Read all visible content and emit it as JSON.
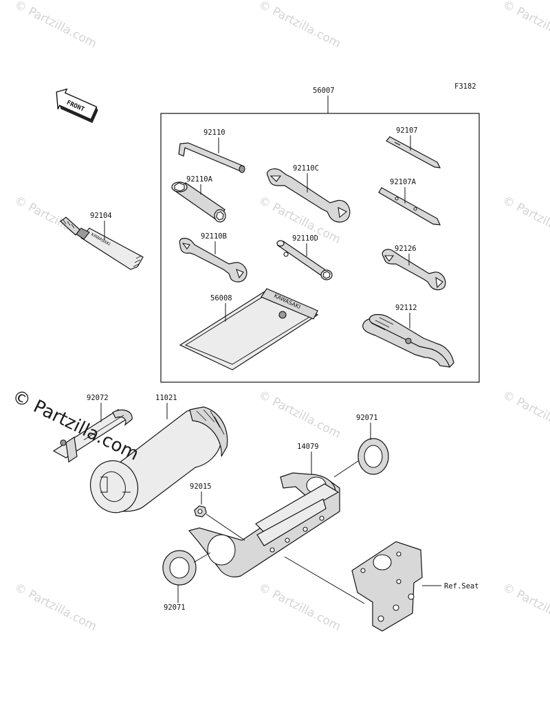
{
  "figure_id": "F3182",
  "front_arrow_label": "FRONT",
  "kit_label": "56007",
  "labels": {
    "p92110": "92110",
    "p92110A": "92110A",
    "p92110B": "92110B",
    "p92110C": "92110C",
    "p92110D": "92110D",
    "p92107": "92107",
    "p92107A": "92107A",
    "p92126": "92126",
    "p56008": "56008",
    "p92112": "92112",
    "p92104": "92104",
    "p92072": "92072",
    "p11021": "11021",
    "p92071_top": "92071",
    "p14079": "14079",
    "p92015": "92015",
    "p92071_bottom": "92071",
    "ref_seat": "Ref.Seat"
  },
  "branding": {
    "tube_text": "KAWASAKI",
    "pouch_text": "KAWASAKI"
  },
  "watermark": {
    "text": "© Partzilla.com",
    "main_text": "© Partzilla.com"
  }
}
